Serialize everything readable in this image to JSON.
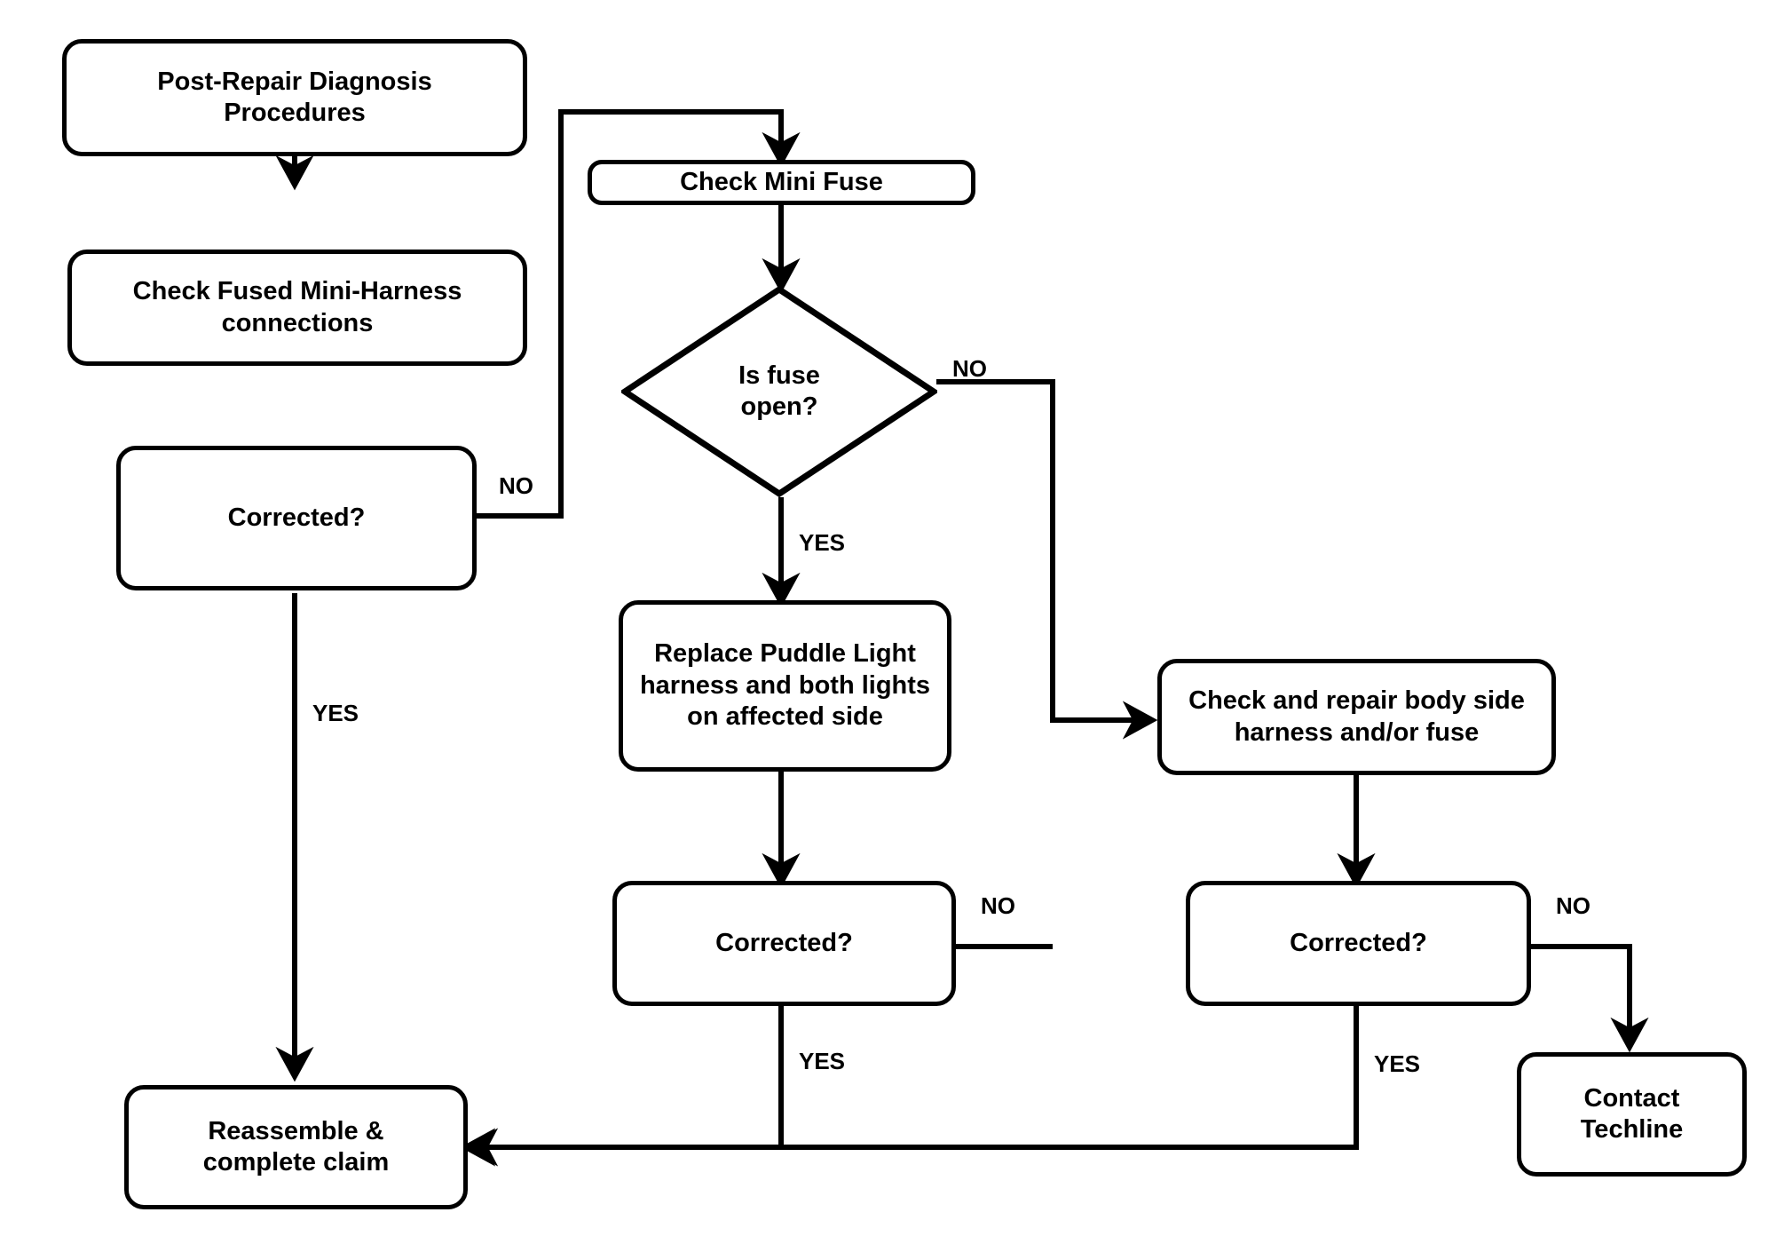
{
  "diagram": {
    "title": "Post-Repair Diagnosis Procedures Flowchart",
    "stroke_color": "#000000",
    "fill_color": "#ffffff",
    "text_color": "#000000"
  },
  "nodes": {
    "start": {
      "label": "Post-Repair Diagnosis\nProcedures",
      "shape": "rounded-rect"
    },
    "check_fused_mini_harness": {
      "label": "Check Fused Mini-Harness\nconnections",
      "shape": "rounded-rect"
    },
    "corrected_1": {
      "label": "Corrected?",
      "shape": "rounded-rect"
    },
    "check_mini_fuse": {
      "label": "Check Mini Fuse",
      "shape": "rounded-rect"
    },
    "is_fuse_open": {
      "label": "Is fuse\nopen?",
      "shape": "diamond"
    },
    "replace_puddle_light": {
      "label": "Replace Puddle Light\nharness and both lights\non affected side",
      "shape": "rounded-rect"
    },
    "corrected_2": {
      "label": "Corrected?",
      "shape": "rounded-rect"
    },
    "check_body_side_harness": {
      "label": "Check and repair body side\nharness and/or fuse",
      "shape": "rounded-rect"
    },
    "corrected_3": {
      "label": "Corrected?",
      "shape": "rounded-rect"
    },
    "reassemble": {
      "label": "Reassemble &\ncomplete claim",
      "shape": "rounded-rect"
    },
    "contact_techline": {
      "label": "Contact\nTechline",
      "shape": "rounded-rect"
    }
  },
  "edge_labels": {
    "corrected1_no": "NO",
    "corrected1_yes": "YES",
    "fuse_open_no": "NO",
    "fuse_open_yes": "YES",
    "corrected2_no": "NO",
    "corrected2_yes": "YES",
    "corrected3_no": "NO",
    "corrected3_yes": "YES"
  },
  "chart_data": {
    "type": "flowchart",
    "title": "Post-Repair Diagnosis Procedures",
    "nodes": [
      {
        "id": "start",
        "text": "Post-Repair Diagnosis Procedures",
        "shape": "rounded-rect"
      },
      {
        "id": "check_fused_mini_harness",
        "text": "Check Fused Mini-Harness connections",
        "shape": "rounded-rect"
      },
      {
        "id": "corrected_1",
        "text": "Corrected?",
        "shape": "rounded-rect"
      },
      {
        "id": "check_mini_fuse",
        "text": "Check Mini Fuse",
        "shape": "rounded-rect"
      },
      {
        "id": "is_fuse_open",
        "text": "Is fuse open?",
        "shape": "diamond"
      },
      {
        "id": "replace_puddle_light",
        "text": "Replace Puddle Light harness and both lights on affected side",
        "shape": "rounded-rect"
      },
      {
        "id": "corrected_2",
        "text": "Corrected?",
        "shape": "rounded-rect"
      },
      {
        "id": "check_body_side_harness",
        "text": "Check and repair body side harness and/or fuse",
        "shape": "rounded-rect"
      },
      {
        "id": "corrected_3",
        "text": "Corrected?",
        "shape": "rounded-rect"
      },
      {
        "id": "reassemble",
        "text": "Reassemble & complete claim",
        "shape": "rounded-rect"
      },
      {
        "id": "contact_techline",
        "text": "Contact Techline",
        "shape": "rounded-rect"
      }
    ],
    "edges": [
      {
        "from": "start",
        "to": "check_fused_mini_harness",
        "label": ""
      },
      {
        "from": "check_fused_mini_harness",
        "to": "corrected_1",
        "label": ""
      },
      {
        "from": "corrected_1",
        "to": "check_mini_fuse",
        "label": "NO"
      },
      {
        "from": "corrected_1",
        "to": "reassemble",
        "label": "YES"
      },
      {
        "from": "check_mini_fuse",
        "to": "is_fuse_open",
        "label": ""
      },
      {
        "from": "is_fuse_open",
        "to": "replace_puddle_light",
        "label": "YES"
      },
      {
        "from": "is_fuse_open",
        "to": "check_body_side_harness",
        "label": "NO"
      },
      {
        "from": "replace_puddle_light",
        "to": "corrected_2",
        "label": ""
      },
      {
        "from": "corrected_2",
        "to": "check_body_side_harness",
        "label": "NO"
      },
      {
        "from": "corrected_2",
        "to": "reassemble",
        "label": "YES"
      },
      {
        "from": "check_body_side_harness",
        "to": "corrected_3",
        "label": ""
      },
      {
        "from": "corrected_3",
        "to": "contact_techline",
        "label": "NO"
      },
      {
        "from": "corrected_3",
        "to": "reassemble",
        "label": "YES"
      }
    ]
  }
}
